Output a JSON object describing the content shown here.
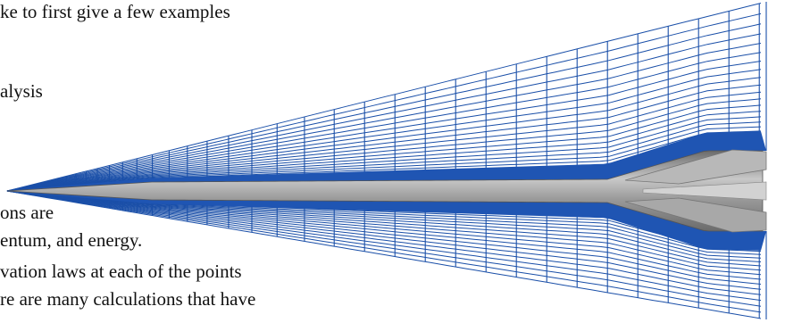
{
  "text_lines": [
    "ke to first give a few examples",
    "alysis",
    "ons are",
    "entum, and energy.",
    "vation laws at each of the points",
    "re are many calculations that have"
  ],
  "figure": {
    "mesh_color": "#1a4fa8",
    "dense_band_color": "#1f55b3",
    "body_color": "#9a9a9a",
    "body_highlight": "#c8c8c8",
    "body_shadow": "#6b6b6b"
  }
}
